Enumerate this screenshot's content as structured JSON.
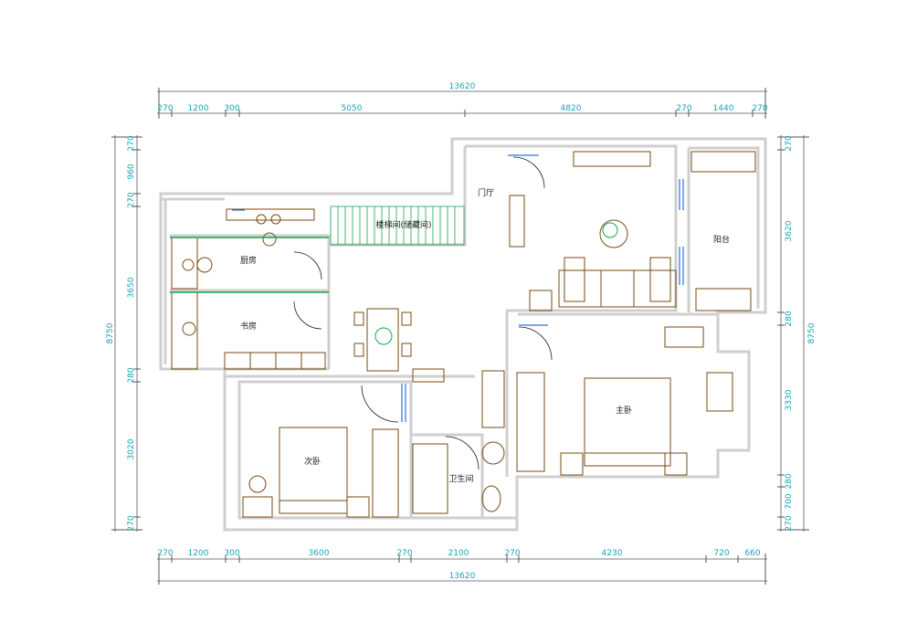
{
  "colors": {
    "dimension": "#17a4b6",
    "wall": "#d0d0d0",
    "furniture": "#7a4a12",
    "glass": "#2a73d9",
    "green": "#17a64a",
    "label": "#1a1a1a"
  },
  "dimensions": {
    "top_total": "13620",
    "top_segments": [
      "270",
      "1200",
      "300",
      "5050",
      "4820",
      "270",
      "1440",
      "270"
    ],
    "bottom_total": "13620",
    "bottom_segments": [
      "270",
      "1200",
      "300",
      "3600",
      "270",
      "2100",
      "270",
      "4230",
      "720",
      "660"
    ],
    "left_total": "8750",
    "left_segments": [
      "270",
      "960",
      "270",
      "3650",
      "280",
      "3020",
      "270"
    ],
    "right_total": "8750",
    "right_segments": [
      "270",
      "3620",
      "280",
      "3330",
      "280",
      "700",
      "270"
    ]
  },
  "rooms": {
    "entrance": "门厅",
    "balcony": "阳台",
    "kitchen": "厨房",
    "study": "书房",
    "master_bedroom": "主卧",
    "second_bedroom": "次卧",
    "bathroom": "卫生间",
    "stair": "楼梯间(储藏间)"
  }
}
